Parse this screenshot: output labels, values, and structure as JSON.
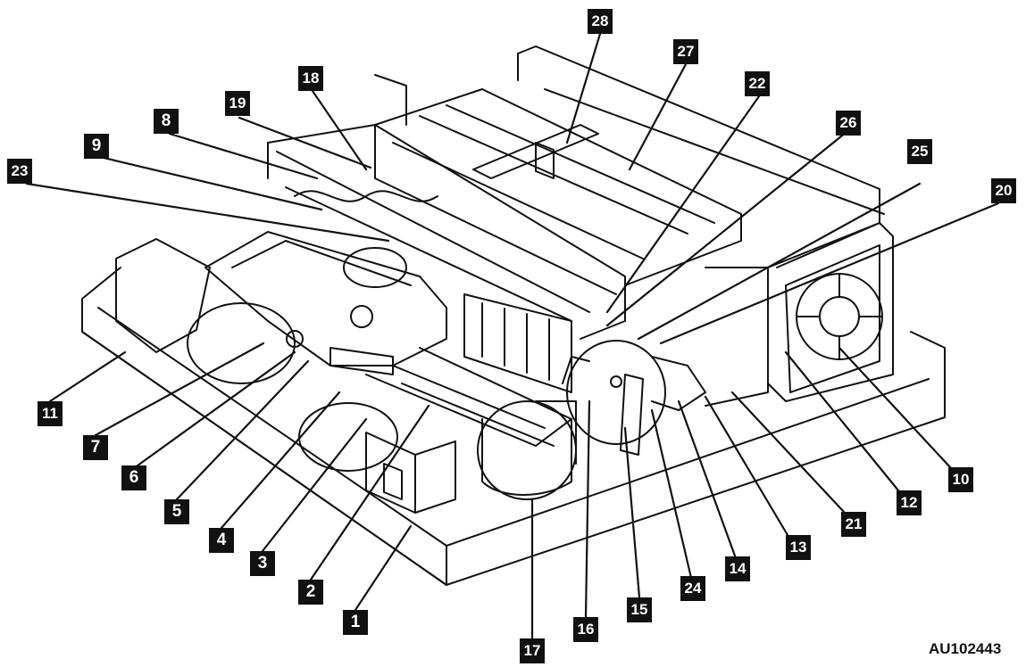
{
  "diagram": {
    "callouts": [
      "1",
      "2",
      "3",
      "4",
      "5",
      "6",
      "7",
      "8",
      "9",
      "10",
      "11",
      "12",
      "13",
      "14",
      "15",
      "16",
      "17",
      "18",
      "19",
      "20",
      "21",
      "22",
      "23",
      "24",
      "25",
      "26",
      "27",
      "28"
    ],
    "figure_id": "AU102443",
    "line_color": "#111111"
  }
}
